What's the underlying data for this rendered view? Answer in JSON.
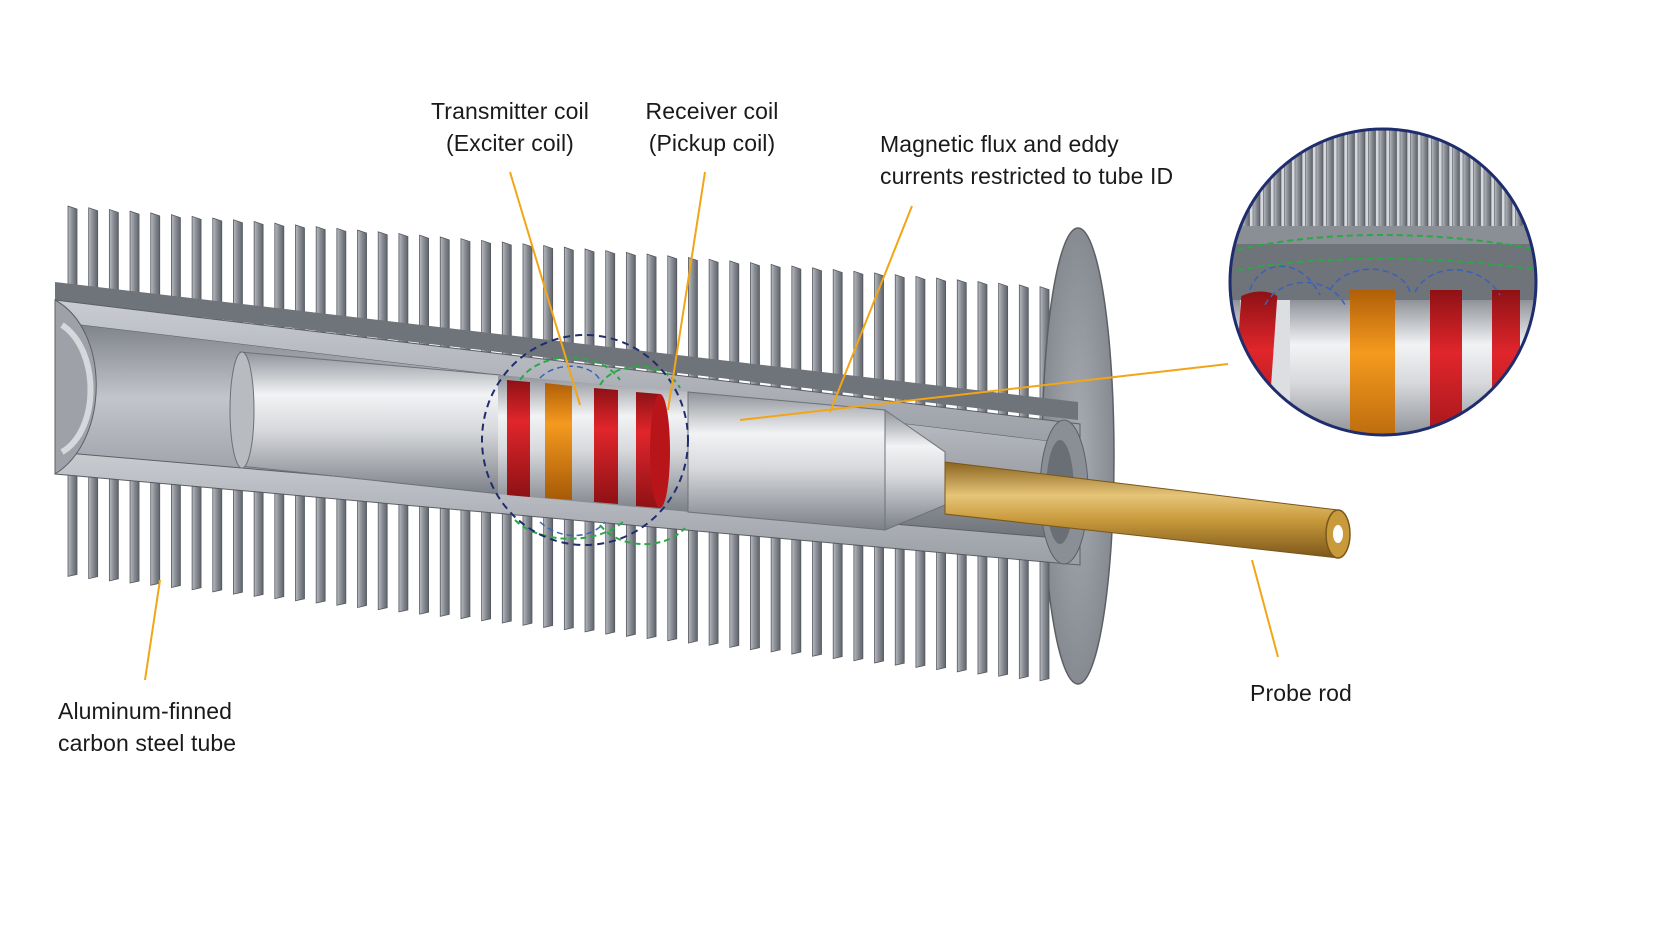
{
  "labels": {
    "transmitter": {
      "line1": "Transmitter coil",
      "line2": "(Exciter coil)"
    },
    "receiver": {
      "line1": "Receiver coil",
      "line2": "(Pickup coil)"
    },
    "flux": {
      "line1": "Magnetic flux and eddy",
      "line2": "currents restricted to tube ID"
    },
    "tube": {
      "line1": "Aluminum-finned",
      "line2": "carbon steel tube"
    },
    "rod": {
      "line1": "Probe rod"
    }
  },
  "colors": {
    "leader": "#f2a516",
    "coil_red": "#cc1f24",
    "coil_orange": "#ee8a12",
    "flux_green": "#2aa845",
    "eddy_blue": "#3a62b8",
    "outline_navy": "#1f2d6e",
    "fin_gray": "#8f939a",
    "rod_brass": "#c99a3c"
  },
  "icons": {
    "magnifier": "zoom-inset-circle"
  }
}
